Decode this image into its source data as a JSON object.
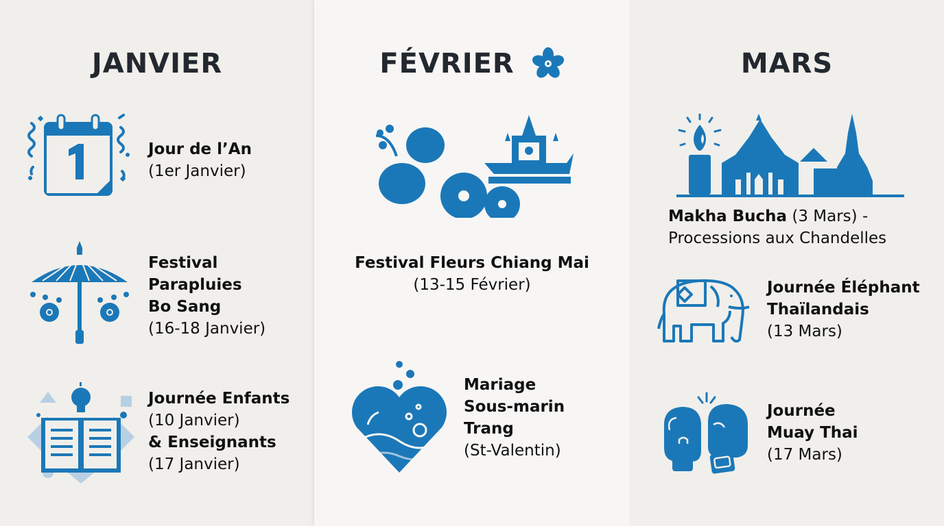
{
  "accent_color": "#1b78b8",
  "columns": [
    {
      "month": "JANVIER",
      "events": [
        {
          "title_lines": [
            "Jour de l’An"
          ],
          "date": "(1er Janvier)",
          "icon": "calendar-icon"
        },
        {
          "title_lines": [
            "Festival",
            "Parapluies",
            "Bo Sang"
          ],
          "date": "(16-18 Janvier)",
          "icon": "umbrella-icon"
        },
        {
          "title_lines": [
            "Journée Enfants"
          ],
          "date": "(10 Janvier)",
          "title_lines_2": [
            "& Enseignants"
          ],
          "date_2": "(17 Janvier)",
          "icon": "book-lightbulb-icon"
        }
      ]
    },
    {
      "month": "FÉVRIER",
      "month_icon": "blossom-icon",
      "events": [
        {
          "title_lines": [
            "Festival Fleurs Chiang Mai"
          ],
          "date": "(13-15 Février)",
          "icon": "flowers-boat-icon"
        },
        {
          "title_lines": [
            "Mariage",
            "Sous-marin",
            "Trang"
          ],
          "date": "(St-Valentin)",
          "icon": "heart-water-icon"
        }
      ]
    },
    {
      "month": "MARS",
      "events": [
        {
          "title": "Makha Bucha",
          "date": "(3 Mars) -",
          "subtitle": "Processions aux Chandelles",
          "icon": "candle-temple-icon"
        },
        {
          "title_lines": [
            "Journée Éléphant",
            "Thaïlandais"
          ],
          "date": "(13 Mars)",
          "icon": "elephant-icon"
        },
        {
          "title_lines": [
            "Journée",
            "Muay Thai"
          ],
          "date": "(17 Mars)",
          "icon": "boxing-gloves-icon"
        }
      ]
    }
  ]
}
